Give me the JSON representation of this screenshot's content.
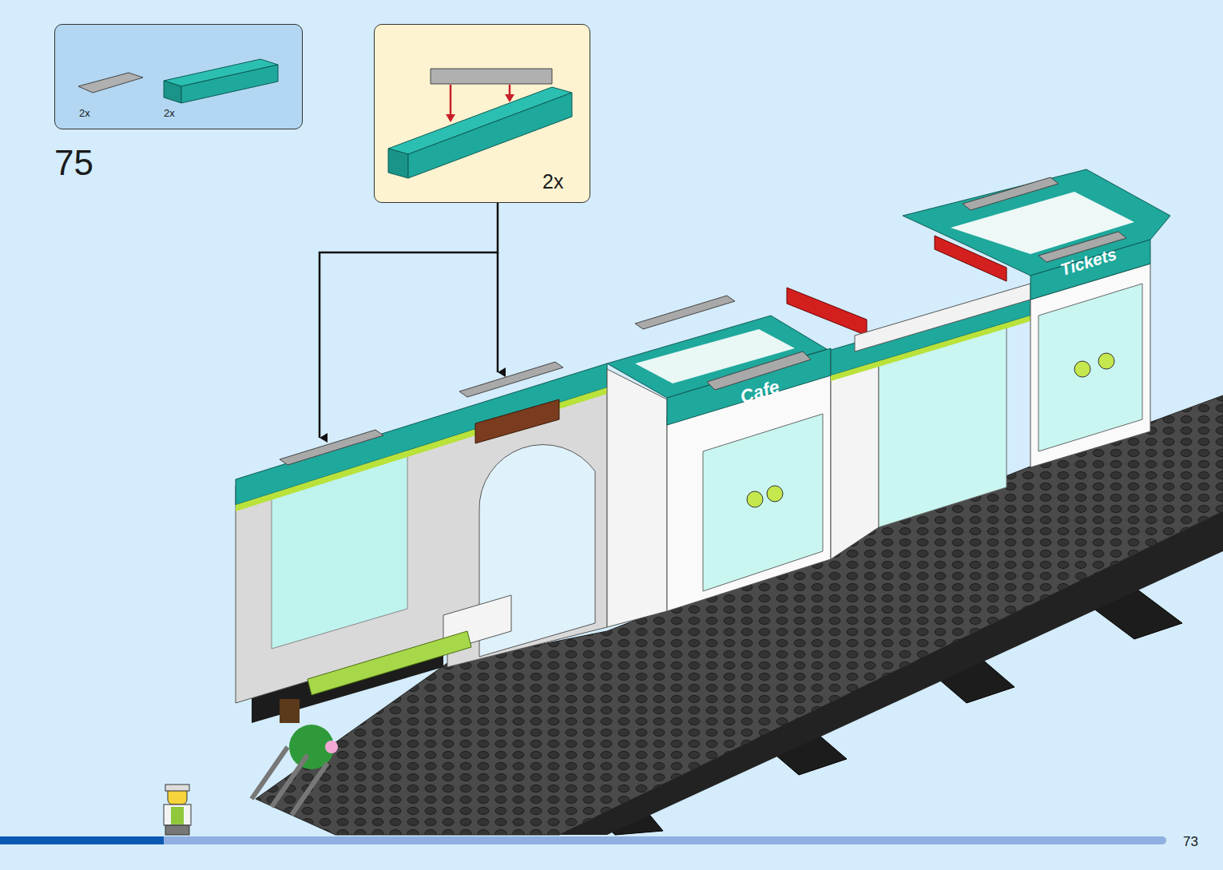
{
  "diagram": {
    "nodes": [
      {
        "text": [
          "2x",
          "2x"
        ]
      },
      {
        "text": [
          "2x"
        ]
      }
    ],
    "labels": [
      "75",
      "Cafe",
      "Tickets",
      "73"
    ]
  }
}
